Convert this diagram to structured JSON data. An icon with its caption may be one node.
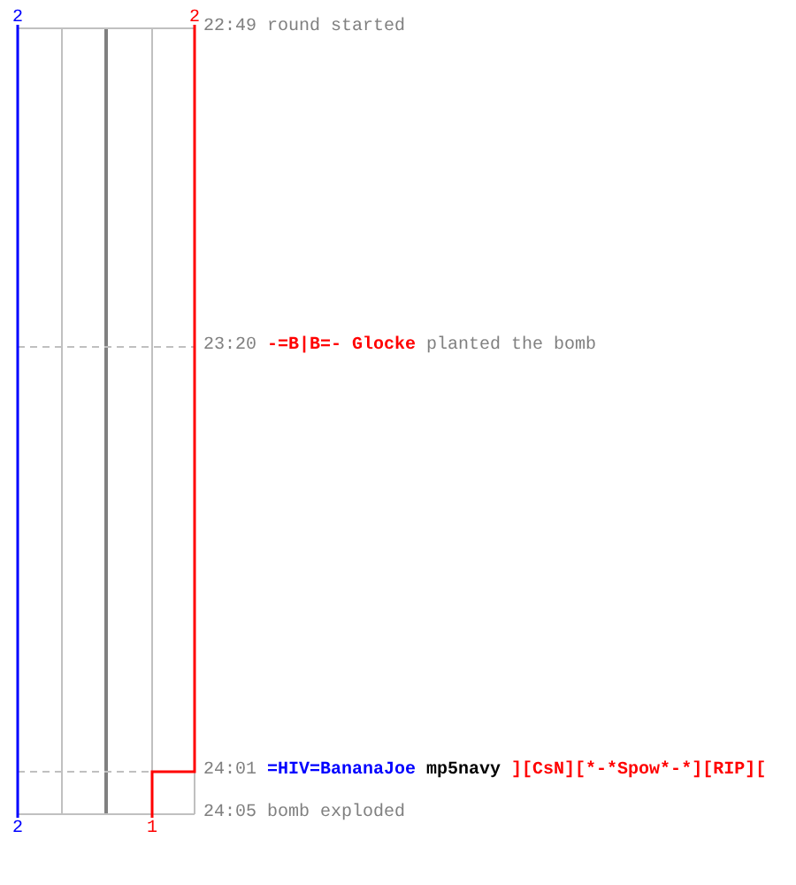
{
  "diagram": {
    "labels": [
      "2",
      "2",
      "22:49",
      "round started",
      "23:20",
      "-=B|B=- Glocke",
      "planted the bomb",
      "24:01",
      "=HIV=BananaJoe",
      "mp5navy",
      "][CsN][*-*Spow*-*][RIP][",
      "24:05",
      "bomb exploded",
      "2",
      "1"
    ]
  }
}
